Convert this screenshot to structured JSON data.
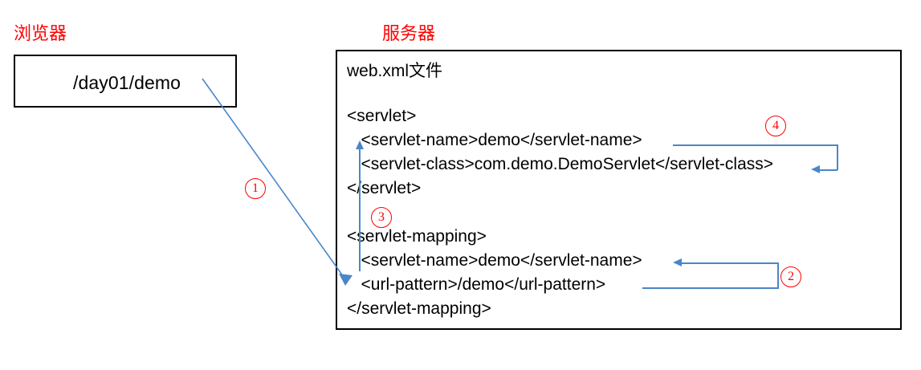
{
  "diagram": {
    "browser": {
      "label": "浏览器",
      "url_value": "/day01/demo"
    },
    "server": {
      "label": "服务器",
      "file_title": "web.xml文件",
      "xml_lines": [
        "<servlet>",
        "   <servlet-name>demo</servlet-name>",
        "   <servlet-class>com.demo.DemoServlet</servlet-class>",
        "</servlet>",
        "",
        "<servlet-mapping>",
        "   <servlet-name>demo</servlet-name>",
        "   <url-pattern>/demo</url-pattern>",
        "</servlet-mapping>"
      ]
    },
    "steps": [
      {
        "id": "1",
        "label": "①",
        "meaning": "browser request url to url-pattern"
      },
      {
        "id": "2",
        "label": "②",
        "meaning": "url-pattern to servlet-name in mapping"
      },
      {
        "id": "3",
        "label": "③",
        "meaning": "mapping servlet-name to servlet declaration servlet-name"
      },
      {
        "id": "4",
        "label": "④",
        "meaning": "servlet-name to servlet-class"
      }
    ],
    "colors": {
      "label_red": "#ff0000",
      "connector_blue": "#4a86c8",
      "box_border": "#000000",
      "text_black": "#000000",
      "background": "#ffffff"
    }
  }
}
